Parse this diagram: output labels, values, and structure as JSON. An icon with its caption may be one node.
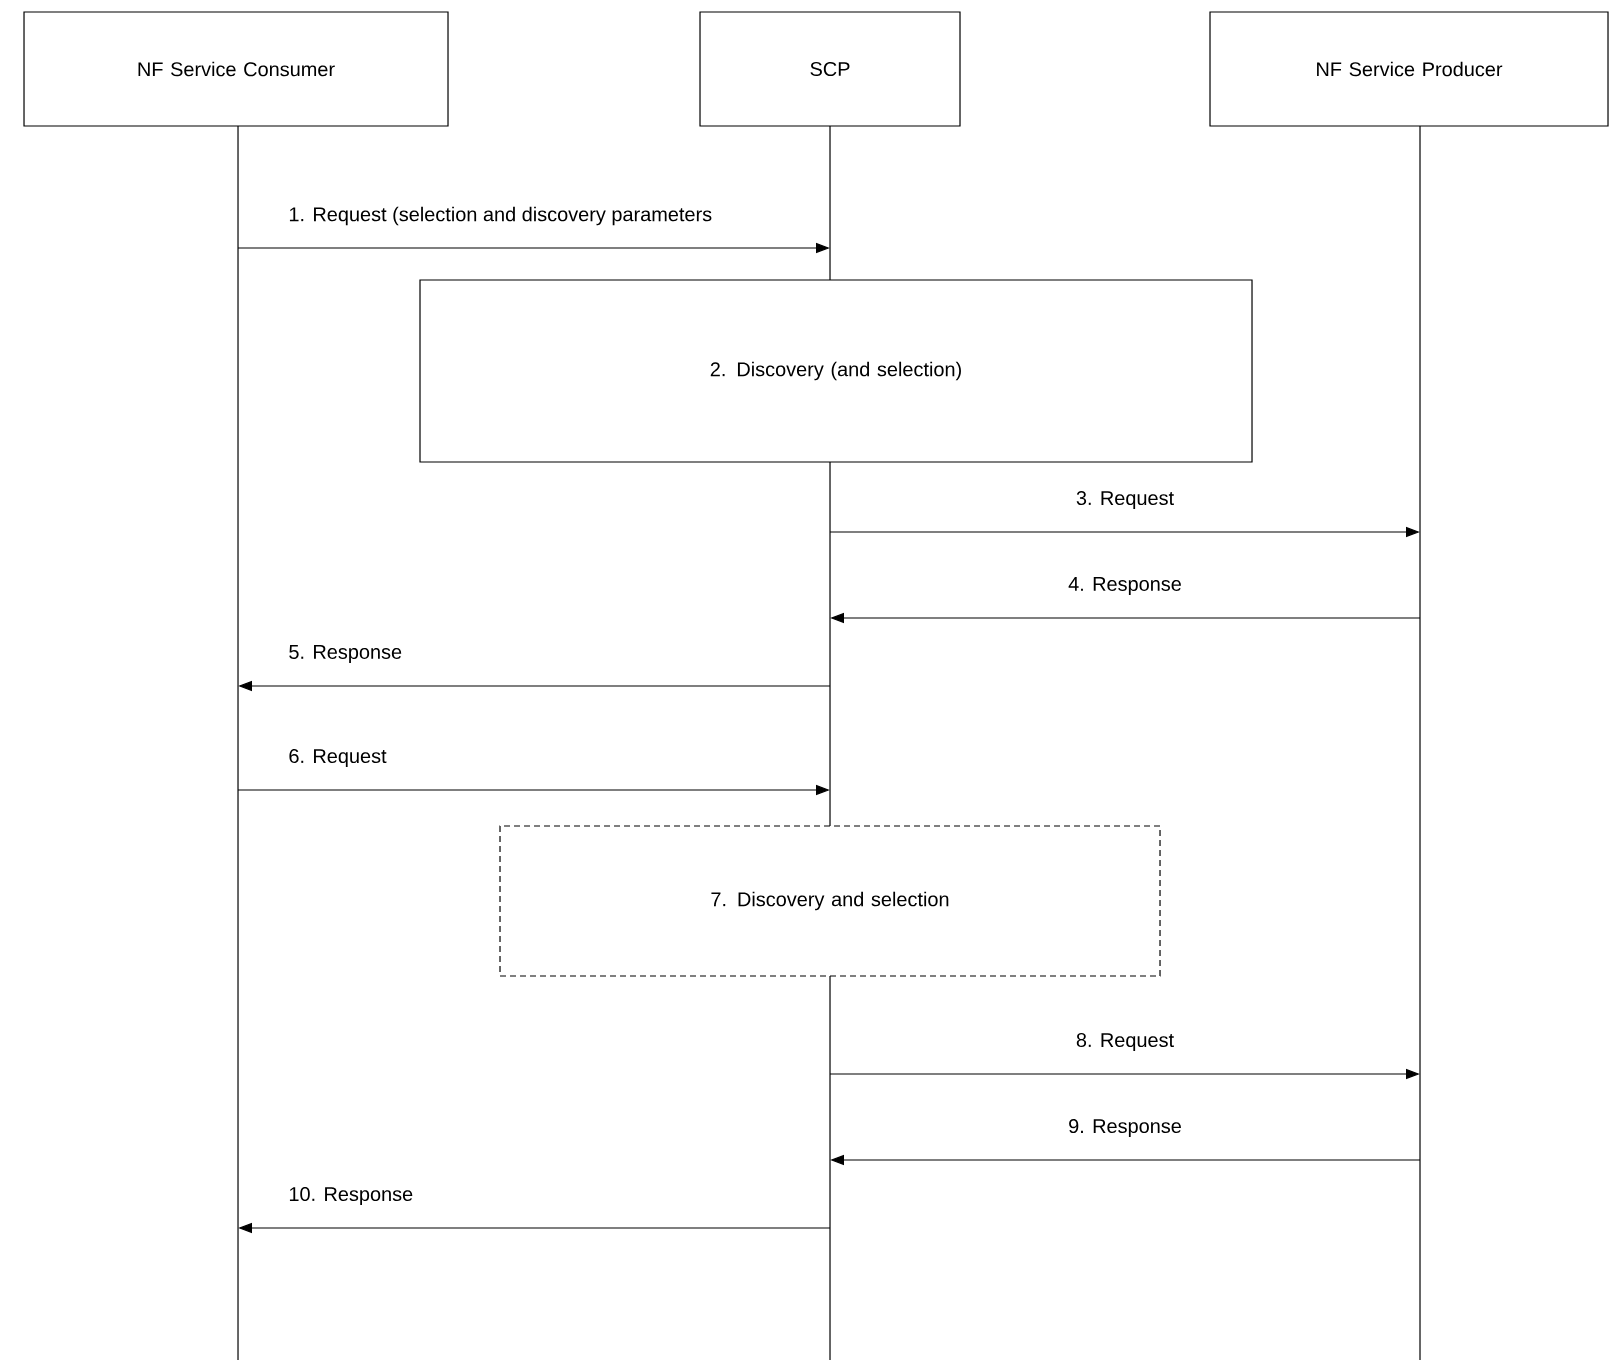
{
  "diagram": {
    "nodes": [
      {
        "text": [
          "NF Service Consumer"
        ]
      },
      {
        "text": [
          "SCP"
        ]
      },
      {
        "text": [
          "NF Service Producer"
        ]
      },
      {
        "text": [
          "2. Discovery (and selection)"
        ]
      },
      {
        "text": [
          "7. Discovery and selection"
        ]
      }
    ],
    "edges": [
      {
        "from": 0,
        "to": 1,
        "arrow": "to",
        "label": "1. Request (selection and discovery parameters"
      },
      {
        "from": 1,
        "to": 2,
        "arrow": "to",
        "label": "3. Request"
      },
      {
        "from": 2,
        "to": 1,
        "arrow": "to",
        "label": "4. Response"
      },
      {
        "from": 1,
        "to": 0,
        "arrow": "to",
        "label": "5. Response"
      },
      {
        "from": 0,
        "to": 1,
        "arrow": "to",
        "label": "6. Request"
      },
      {
        "from": 1,
        "to": 2,
        "arrow": "to",
        "label": "8. Request"
      },
      {
        "from": 2,
        "to": 1,
        "arrow": "to",
        "label": "9. Response"
      },
      {
        "from": 1,
        "to": 0,
        "arrow": "to",
        "label": "10. Response"
      }
    ]
  }
}
